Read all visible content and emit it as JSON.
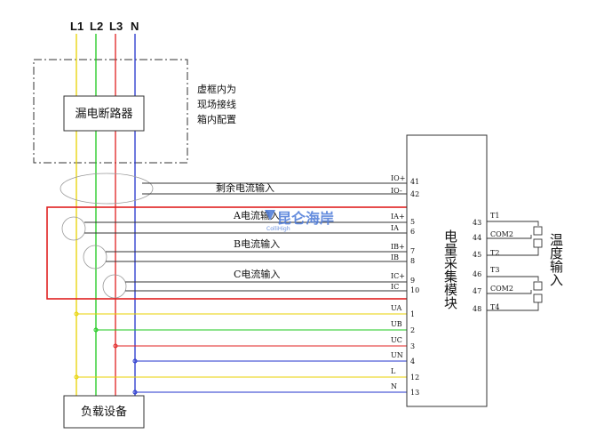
{
  "phases": {
    "l1": {
      "label": "L1",
      "color": "#e8d200"
    },
    "l2": {
      "label": "L2",
      "color": "#1dc81d"
    },
    "l3": {
      "label": "L3",
      "color": "#e02020"
    },
    "n": {
      "label": "N",
      "color": "#2233cc"
    }
  },
  "breaker": {
    "label": "漏电断路器"
  },
  "note": {
    "lines": [
      "虚框内为",
      "现场接线",
      "箱内配置"
    ]
  },
  "load": {
    "label": "负载设备"
  },
  "module": {
    "label": "电量采集模块"
  },
  "residual": {
    "label": "剩余电流输入"
  },
  "current_inputs": {
    "ia": "A电流输入",
    "ib": "B电流输入",
    "ic": "C电流输入"
  },
  "temperature": {
    "label": "温度输入"
  },
  "watermark": {
    "text": "昆仑海岸",
    "subtext": "ColliHigh"
  },
  "highlight_color": "#e02020",
  "left_terminals": [
    {
      "name": "IO+",
      "pin": "41"
    },
    {
      "name": "IO-",
      "pin": "42"
    },
    {
      "name": "IA+",
      "pin": "5"
    },
    {
      "name": "IA",
      "pin": "6"
    },
    {
      "name": "IB+",
      "pin": "7"
    },
    {
      "name": "IB",
      "pin": "8"
    },
    {
      "name": "IC+",
      "pin": "9"
    },
    {
      "name": "IC",
      "pin": "10"
    },
    {
      "name": "UA",
      "pin": "1"
    },
    {
      "name": "UB",
      "pin": "2"
    },
    {
      "name": "UC",
      "pin": "3"
    },
    {
      "name": "UN",
      "pin": "4"
    },
    {
      "name": "L",
      "pin": "12"
    },
    {
      "name": "N",
      "pin": "13"
    }
  ],
  "right_terminals": [
    {
      "name": "T1",
      "pin": "43"
    },
    {
      "name": "COM2",
      "pin": "44"
    },
    {
      "name": "T2",
      "pin": "45"
    },
    {
      "name": "T3",
      "pin": "46"
    },
    {
      "name": "COM2",
      "pin": "47"
    },
    {
      "name": "T4",
      "pin": "48"
    }
  ]
}
